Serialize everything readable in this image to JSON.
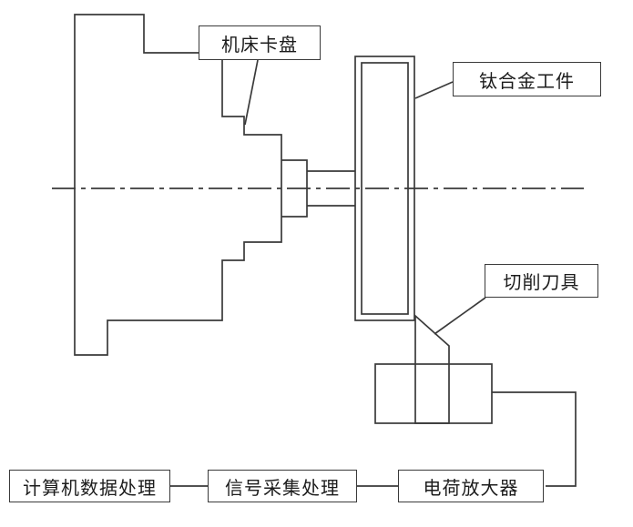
{
  "labels": {
    "chuck": "机床卡盘",
    "workpiece": "钛合金工件",
    "tool": "切削刀具"
  },
  "blocks": {
    "computer": "计算机数据处理",
    "signal": "信号采集处理",
    "amplifier": "电荷放大器"
  },
  "colors": {
    "line": "#3a3a3a",
    "background": "#ffffff"
  }
}
